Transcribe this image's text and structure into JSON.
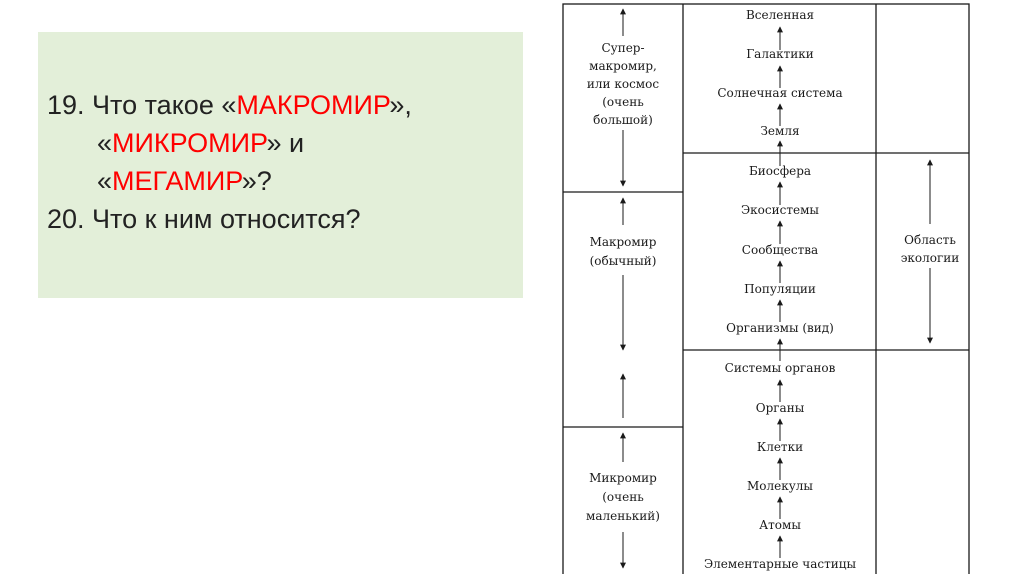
{
  "slide": {
    "accent_color": "#ff0000",
    "box_color": "#e3efd9",
    "question": {
      "q19_prefix": "19. Что такое «",
      "q19_term1": "МАКРОМИР",
      "q19_sep1": "»,",
      "q19_open2": "«",
      "q19_term2": "МИКРОМИР",
      "q19_sep2": "» и",
      "q19_open3": "«",
      "q19_term3": "МЕГАМИР",
      "q19_end": "»?",
      "q20": "20. Что к ним относится?"
    }
  },
  "diagram": {
    "scales": {
      "mega": [
        "Супер-",
        "макромир,",
        "или космос",
        "(очень",
        "большой)"
      ],
      "macro": [
        "Макромир",
        "(обычный)"
      ],
      "micro": [
        "Микромир",
        "(очень",
        "маленький)"
      ]
    },
    "levels": [
      "Вселенная",
      "Галактики",
      "Солнечная система",
      "Земля",
      "Биосфера",
      "Экосистемы",
      "Сообщества",
      "Популяции",
      "Организмы (вид)",
      "Системы органов",
      "Органы",
      "Клетки",
      "Молекулы",
      "Атомы",
      "Элементарные частицы"
    ],
    "ecology": [
      "Область",
      "экологии"
    ]
  }
}
